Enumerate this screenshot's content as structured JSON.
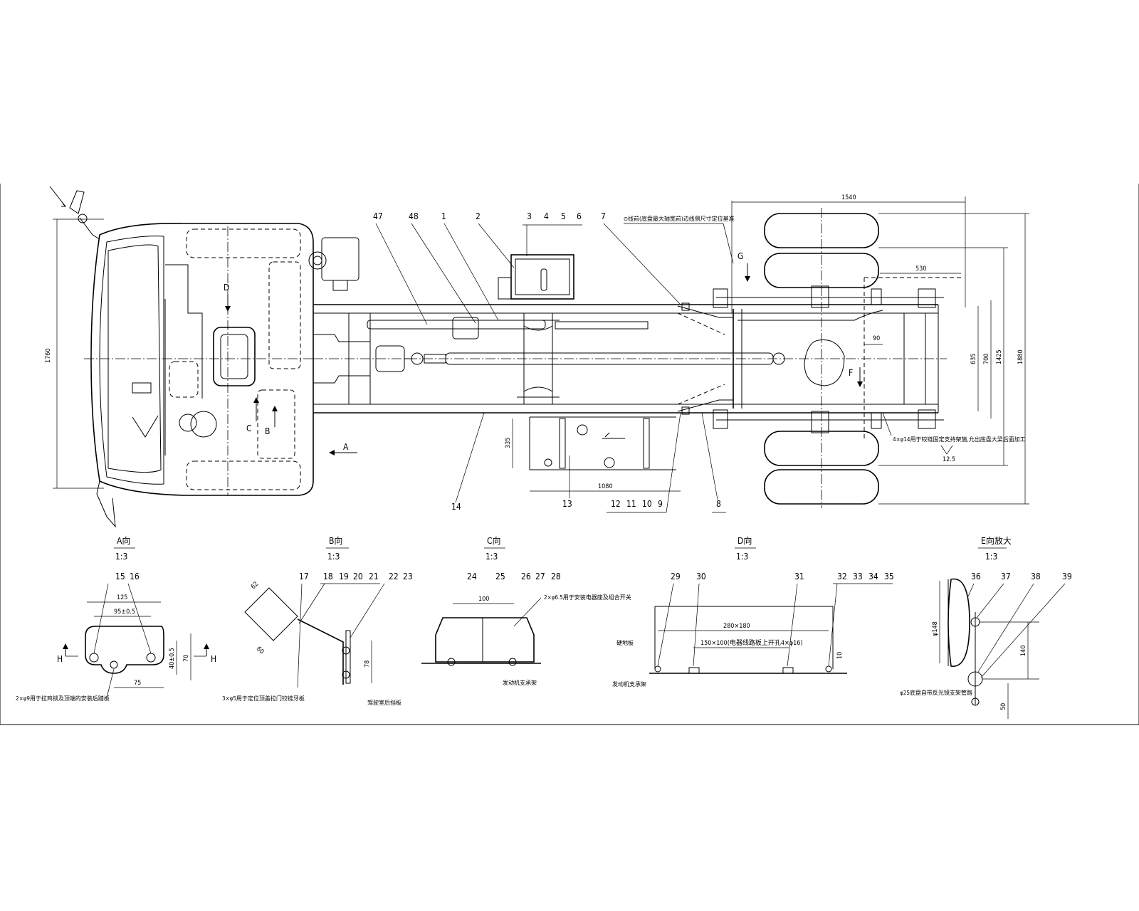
{
  "callouts_top": [
    "47",
    "48",
    "1",
    "2",
    "3",
    "4",
    "5",
    "6",
    "7"
  ],
  "callouts_bottom": [
    "14",
    "13",
    "12",
    "11",
    "10",
    "9",
    "8"
  ],
  "note_top": "⊙线前(底盘最大轴宽前)边线侧尺寸定位基准",
  "note_right": "4×φ14用于较链固定支持架施,允出底盘大梁后面加工",
  "views": {
    "A": {
      "title": "A向",
      "scale": "1:3",
      "callouts": [
        "15",
        "16"
      ],
      "dims": [
        "125",
        "95±0.5",
        "40±0.5",
        "70",
        "75"
      ],
      "note": "2×φ9用于拉鸡锁及顶端的安装后踏板",
      "section": "H"
    },
    "B": {
      "title": "B向",
      "scale": "1:3",
      "callouts": [
        "17",
        "18",
        "19",
        "20",
        "21",
        "22",
        "23"
      ],
      "dims": [
        "62",
        "60",
        "78"
      ],
      "note": "3×φ5用于定位顶盖拉门铰链牙板",
      "note2": "驾驶室后挡板"
    },
    "C": {
      "title": "C向",
      "scale": "1:3",
      "callouts": [
        "24",
        "25",
        "26",
        "27",
        "28"
      ],
      "dims": [
        "100"
      ],
      "note": "2×φ6.5用于安装电器座及组合开关",
      "note2": "发动机支承架"
    },
    "D": {
      "title": "D向",
      "scale": "1:3",
      "callouts": [
        "29",
        "30",
        "31",
        "32",
        "33",
        "34",
        "35"
      ],
      "dims": [
        "280×180",
        "150×100(电器线路板上开孔4×φ16)",
        "10"
      ],
      "note": "硬地板",
      "note2": "发动机支承架"
    },
    "E": {
      "title": "E向放大",
      "scale": "1:3",
      "callouts": [
        "36",
        "37",
        "38",
        "39"
      ],
      "dims": [
        "φ148",
        "140",
        "50"
      ],
      "note": "φ25底盘自带反光镜支架管路"
    }
  },
  "dims_main": {
    "width": "1540",
    "d530": "530",
    "d90": "90",
    "d635": "635",
    "d700": "700",
    "d1425": "1425",
    "d1880": "1880",
    "d1760": "1760",
    "d335": "335",
    "d1080": "1080",
    "d12_5": "12.5"
  },
  "view_markers": {
    "A": "A",
    "B": "B",
    "C": "C",
    "D": "D",
    "F": "F",
    "G": "G"
  }
}
